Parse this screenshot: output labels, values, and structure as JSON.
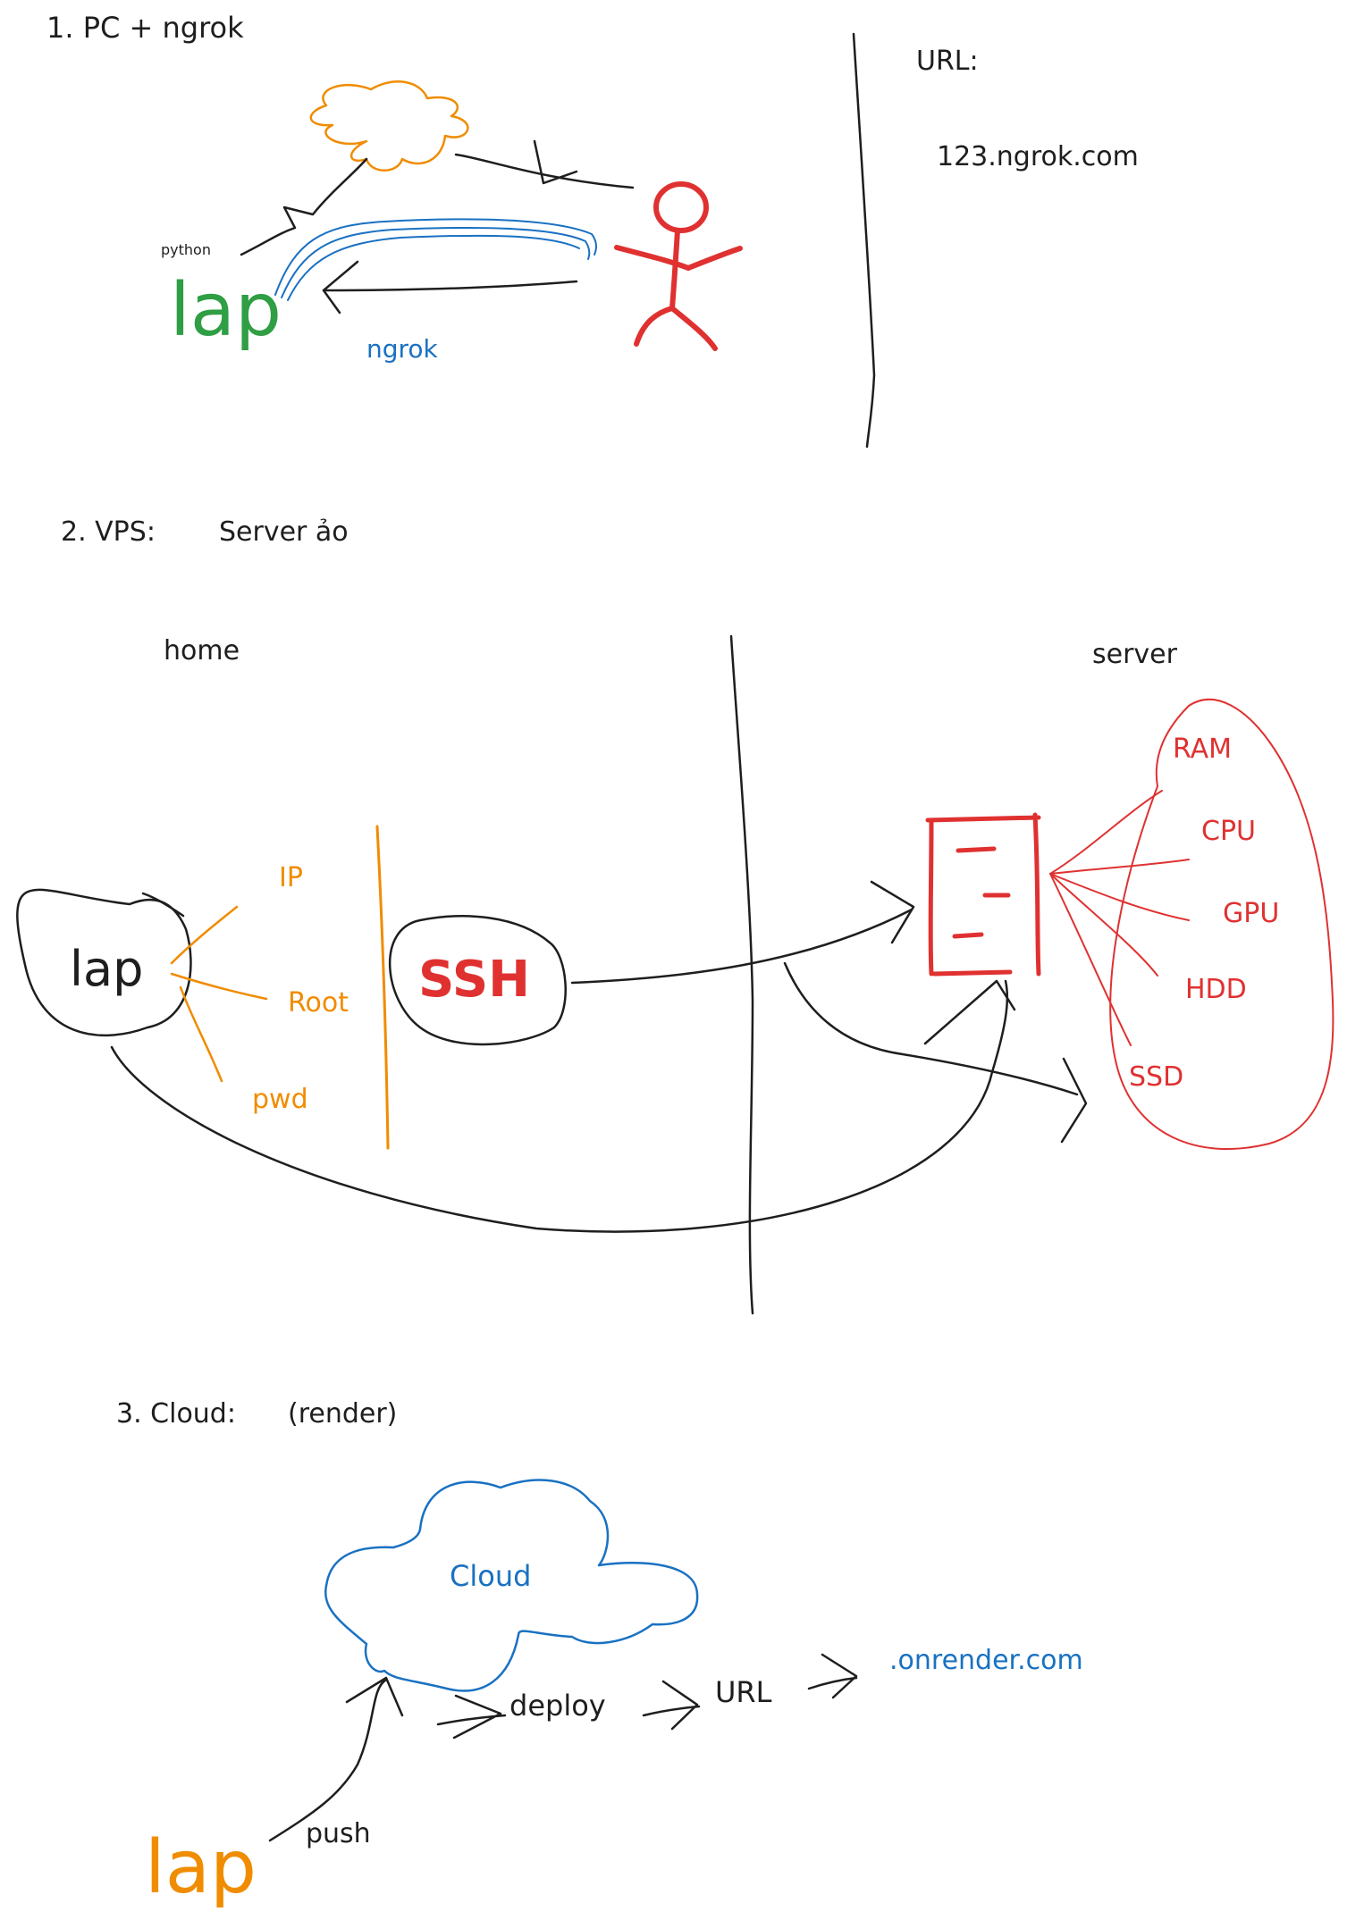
{
  "colors": {
    "ink": "#1e1e1e",
    "orange": "#f08c00",
    "red": "#e03131",
    "blue": "#1971c2",
    "green": "#2f9e44"
  },
  "section1": {
    "heading": "1. PC + ngrok",
    "python_label": "python",
    "lap_label": "lap",
    "ngrok_label": "ngrok",
    "url_heading": "URL:",
    "url_value": "123.ngrok.com"
  },
  "section2": {
    "heading": "2. VPS:",
    "subtitle": "Server ảo",
    "home_label": "home",
    "server_label": "server",
    "lap_label": "lap",
    "ip_label": "IP",
    "root_label": "Root",
    "pwd_label": "pwd",
    "ssh_label": "SSH",
    "resources": [
      "RAM",
      "CPU",
      "GPU",
      "HDD",
      "SSD"
    ]
  },
  "section3": {
    "heading": "3. Cloud:",
    "subtitle": "(render)",
    "cloud_label": "Cloud",
    "deploy_label": "deploy",
    "url_label": "URL",
    "domain_label": ".onrender.com",
    "lap_label": "lap",
    "push_label": "push"
  }
}
